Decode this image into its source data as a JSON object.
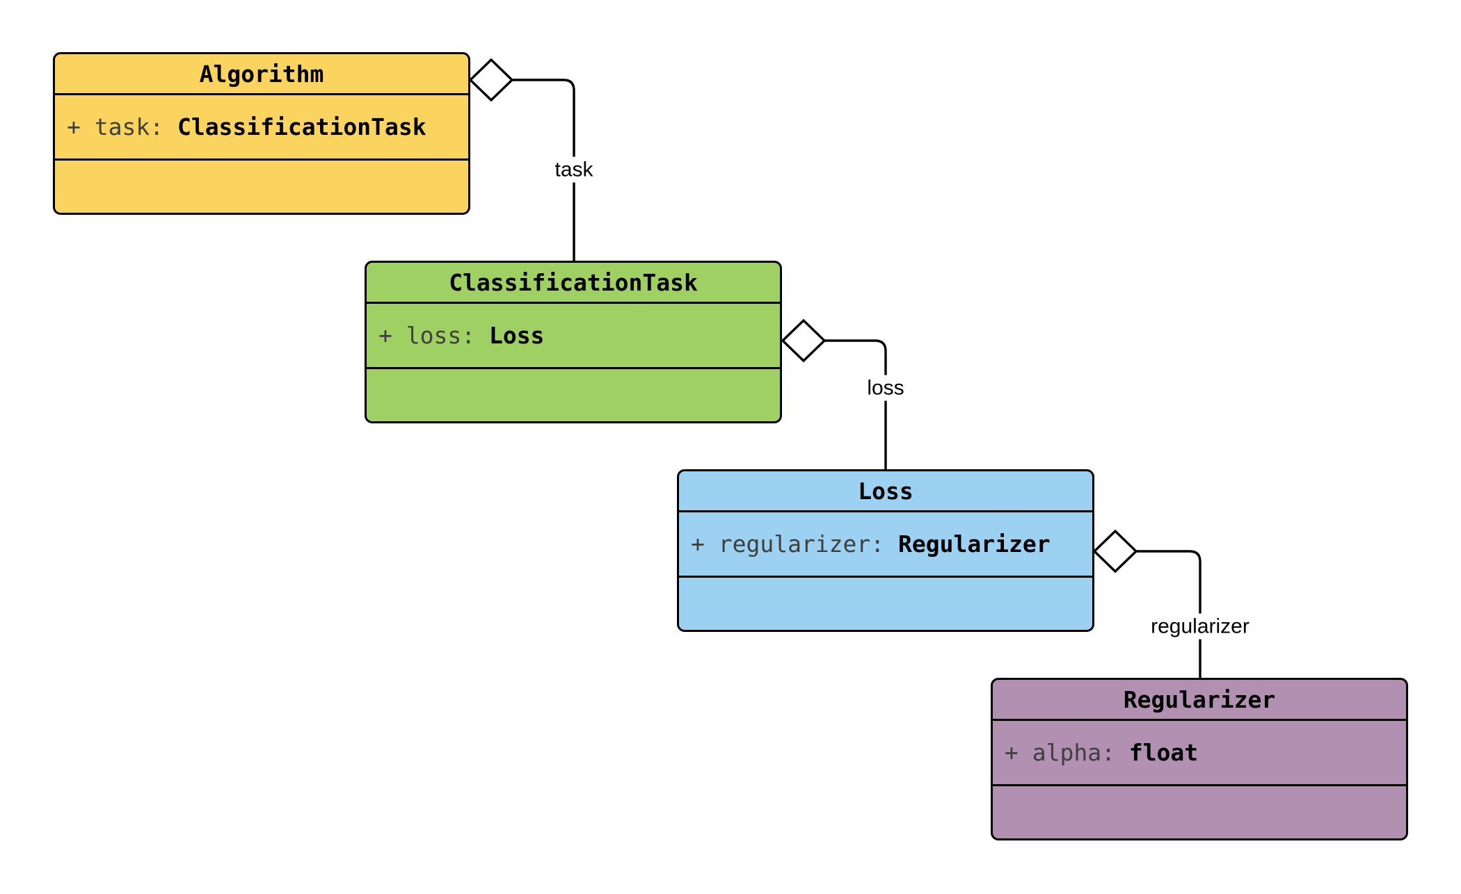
{
  "diagram": {
    "background_color": "#ffffff",
    "line_color": "#000000",
    "muted_text_color": "#3f3f3f",
    "classes": [
      {
        "name": "Algorithm",
        "fill": "#FBD35F",
        "attribute": {
          "prefix": "+ task: ",
          "type": "ClassificationTask"
        }
      },
      {
        "name": "ClassificationTask",
        "fill": "#9ED063",
        "attribute": {
          "prefix": "+ loss: ",
          "type": "Loss"
        }
      },
      {
        "name": "Loss",
        "fill": "#9CD1F1",
        "attribute": {
          "prefix": "+ regularizer: ",
          "type": "Regularizer"
        }
      },
      {
        "name": "Regularizer",
        "fill": "#B190B2",
        "attribute": {
          "prefix": "+ alpha: ",
          "type": "float"
        }
      }
    ],
    "relations": [
      {
        "label": "task",
        "owner": "Algorithm",
        "part": "ClassificationTask",
        "kind": "aggregation"
      },
      {
        "label": "loss",
        "owner": "ClassificationTask",
        "part": "Loss",
        "kind": "aggregation"
      },
      {
        "label": "regularizer",
        "owner": "Loss",
        "part": "Regularizer",
        "kind": "aggregation"
      }
    ]
  }
}
